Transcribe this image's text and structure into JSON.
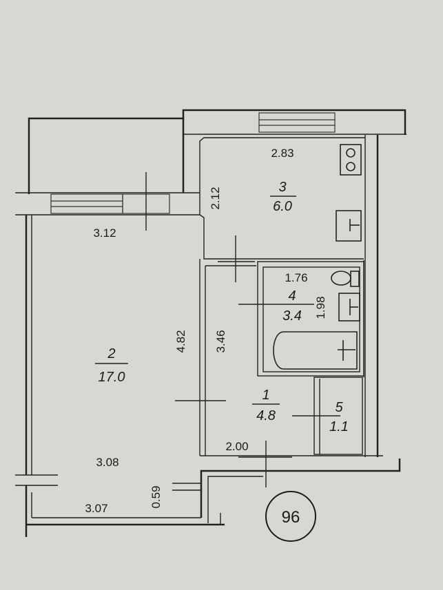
{
  "plan_number": "96",
  "rooms": [
    {
      "id": "room-1",
      "number": "1",
      "area": "4.8"
    },
    {
      "id": "room-2",
      "number": "2",
      "area": "17.0"
    },
    {
      "id": "room-3",
      "number": "3",
      "area": "6.0"
    },
    {
      "id": "room-4",
      "number": "4",
      "area": "3.4"
    },
    {
      "id": "room-5",
      "number": "5",
      "area": "1.1"
    }
  ],
  "dimensions": {
    "kitchen_width": "2.83",
    "kitchen_depth": "2.12",
    "living_top_width": "3.12",
    "living_height": "4.82",
    "hall_height": "3.46",
    "bath_width": "1.76",
    "bath_depth": "1.98",
    "hall_width": "2.00",
    "living_bottom_width": "3.08",
    "balcony_width": "3.07",
    "balcony_depth": "0.59"
  }
}
